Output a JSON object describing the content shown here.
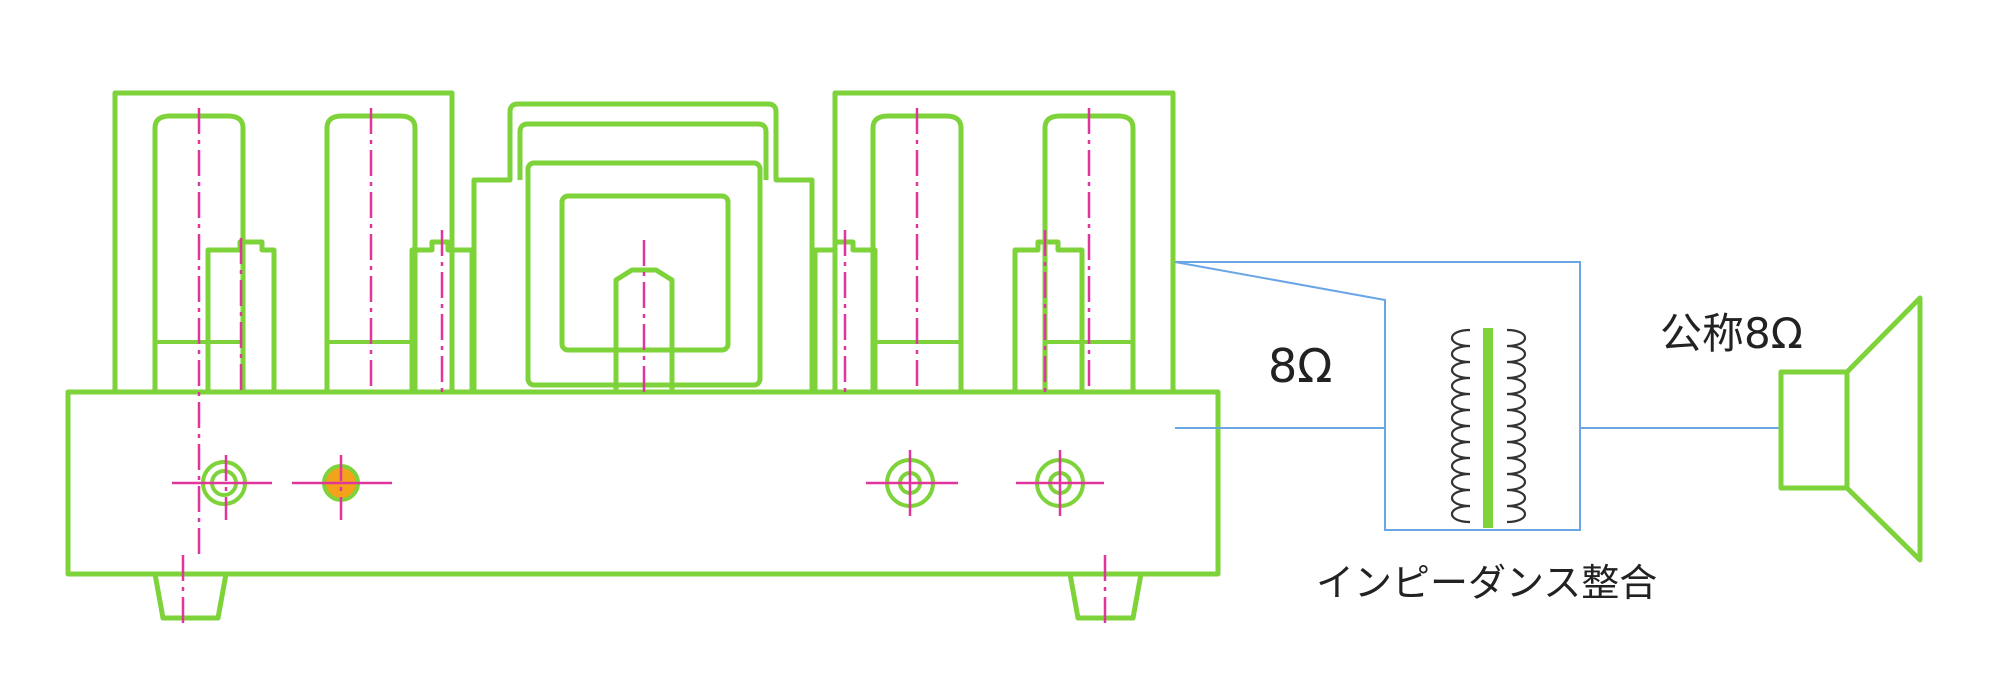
{
  "diagram": {
    "labels": {
      "amp_output_impedance": "8Ω",
      "speaker_nominal": "公称8Ω",
      "impedance_matching": "インピーダンス整合"
    },
    "colors": {
      "amplifier_outline": "#7ed23a",
      "center_lines": "#e0359a",
      "connection_wires": "#6aa6e6",
      "knob_fill": "#f2a31a",
      "transformer_coil": "#333333"
    },
    "icons": [
      "tube-amplifier-icon",
      "transformer-icon",
      "speaker-icon"
    ]
  }
}
